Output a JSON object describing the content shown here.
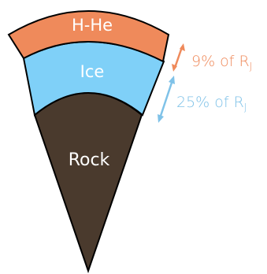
{
  "layers": [
    {
      "name": "H-He",
      "color": "#EF8A5B"
    },
    {
      "name": "Ice",
      "color": "#7FD0F8"
    },
    {
      "name": "Rock",
      "color": "#4A3A2D"
    }
  ],
  "annotations": [
    {
      "value": "9% of R",
      "subscript": "J",
      "color": "#EF8A5B"
    },
    {
      "value": "25% of R",
      "subscript": "J",
      "color": "#7FC2E8"
    }
  ],
  "colors": {
    "outline": "#000000",
    "background": "#ffffff"
  }
}
